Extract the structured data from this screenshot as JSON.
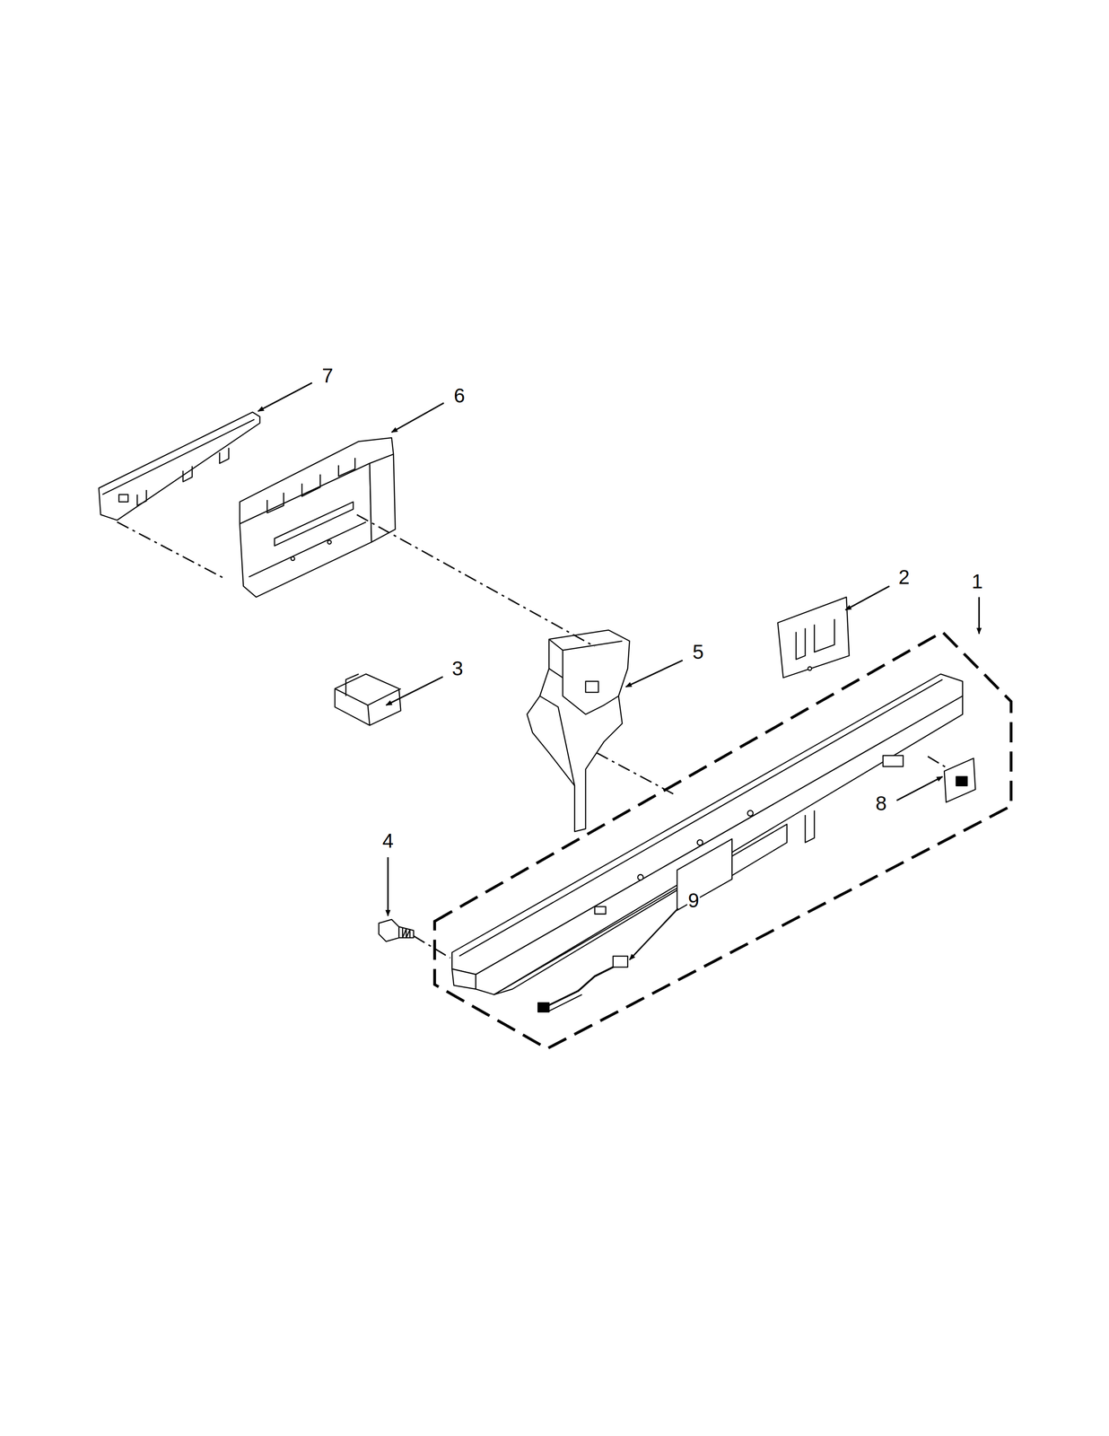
{
  "diagram": {
    "labels": [
      "7",
      "6",
      "2",
      "1",
      "5",
      "3",
      "8",
      "4",
      "9"
    ]
  }
}
